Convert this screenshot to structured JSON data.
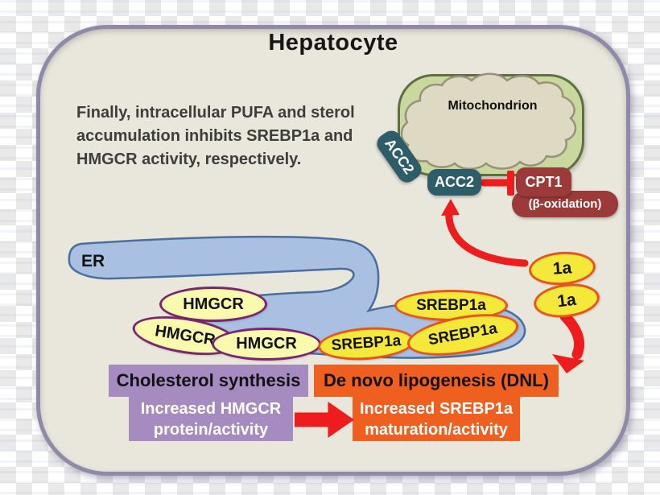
{
  "title": "Hepatocyte",
  "note": {
    "lines": [
      "Finally, intracellular PUFA and sterol",
      "accumulation inhibits SREBP1a and",
      "HMGCR activity, respectively."
    ]
  },
  "organelles": {
    "mitochondrion_label": "Mitochondrion",
    "er_label": "ER"
  },
  "proteins": {
    "acc2_membrane": "ACC2",
    "acc2_cytosol": "ACC2",
    "cpt1": "CPT1",
    "cpt1_sub": "(β-oxidation)",
    "hmgcr": [
      "HMGCR",
      "HMGCR",
      "HMGCR"
    ],
    "srebp1a": [
      "SREBP1a",
      "SREBP1a",
      "SREBP1a"
    ],
    "srebp1a_fragments": [
      "1a",
      "1a"
    ]
  },
  "outcomes": {
    "cholesterol": {
      "title": "Cholesterol synthesis",
      "lines": [
        "Increased HMGCR",
        "protein/activity"
      ]
    },
    "dnl": {
      "title": "De novo lipogenesis (DNL)",
      "lines": [
        "Increased SREBP1a",
        "maturation/activity"
      ]
    }
  },
  "colors": {
    "cell_fill": "#e9e6db",
    "cell_border": "#8e8aa7",
    "mito_fill": "#c9d89d",
    "mito_border": "#5e7040",
    "cloud_fill": "#ded9c3",
    "teal": "#2e5d6a",
    "dark_red": "#9c3a39",
    "red": "#ee1c1c",
    "er_fill": "#a9c0e2",
    "er_border": "#4a6e9e",
    "hmgcr_fill": "#fafaae",
    "hmgcr_border": "#7b2470",
    "srebp_fill": "#f4e83b",
    "srebp_border": "#e8551c",
    "purple_box": "#a58bbf",
    "orange_box": "#ee5f20"
  }
}
